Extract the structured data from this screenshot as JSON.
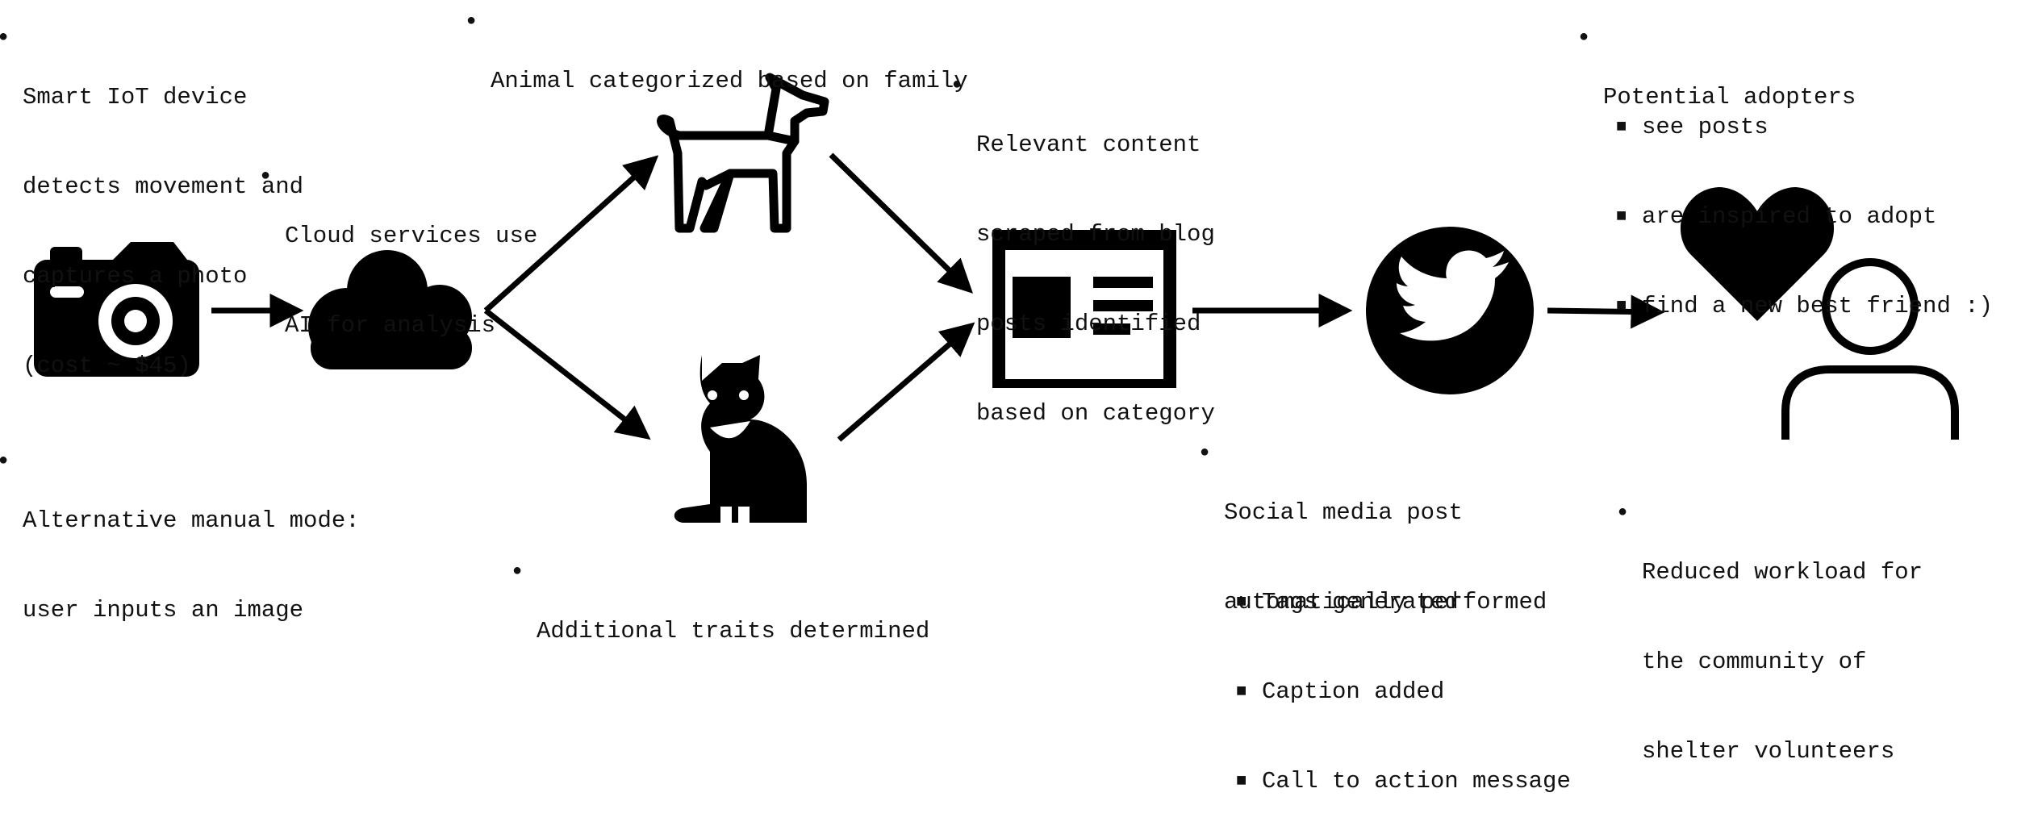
{
  "notes": {
    "camera": [
      "Smart IoT device",
      "detects movement and",
      "captures a photo",
      "(cost ~ $45)"
    ],
    "manual": [
      "Alternative manual mode:",
      "user inputs an image"
    ],
    "cloud": [
      "Cloud services use",
      "AI for analysis"
    ],
    "family": [
      "Animal categorized based on family"
    ],
    "traits": [
      "Additional traits determined"
    ],
    "content": [
      "Relevant content",
      "scraped from blog",
      "posts identified",
      "based on category"
    ],
    "social": [
      "Social media post",
      "automatically performed"
    ],
    "social_items": [
      "Tags generated",
      "Caption added",
      "Call to action message"
    ],
    "adopters": [
      "Potential adopters"
    ],
    "adopter_items": [
      "see posts",
      "are inspired to adopt",
      "find a new best friend :)"
    ],
    "workload": [
      "Reduced workload for",
      "the community of",
      "shelter volunteers"
    ]
  },
  "icons": {
    "camera": "camera-icon",
    "cloud": "cloud-icon",
    "dog": "dog-icon",
    "cat": "cat-icon",
    "article": "article-icon",
    "twitter": "twitter-bird-icon",
    "heart": "heart-icon",
    "user": "user-outline-icon"
  },
  "colors": {
    "ink": "#000000",
    "background": "#ffffff"
  }
}
